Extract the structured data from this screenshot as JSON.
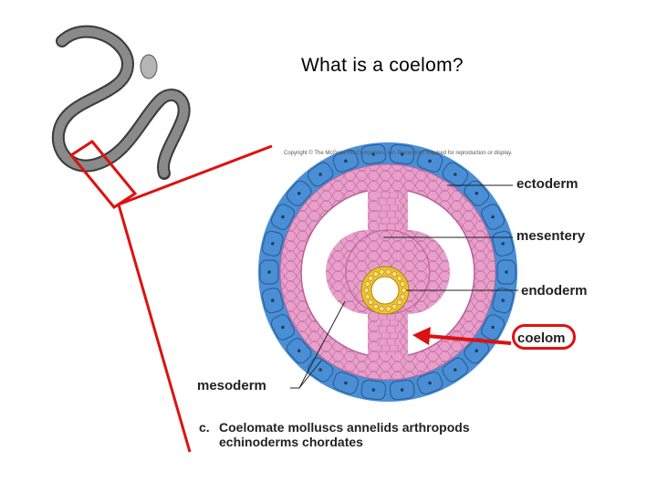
{
  "title": "What is a coelom?",
  "copyright": "Copyright © The McGraw-Hill Companies, Inc. Permission required for reproduction or display.",
  "labels": {
    "ectoderm": "ectoderm",
    "mesentery": "mesentery",
    "endoderm": "endoderm",
    "coelom": "coelom",
    "mesoderm": "mesoderm"
  },
  "caption": {
    "letter": "c.",
    "line1": "Coelomate molluscs annelids arthropods",
    "line2": "echinoderms chordates"
  },
  "colors": {
    "ectoderm": "#4a8fd6",
    "mesoderm": "#e59ac6",
    "endoderm_ring": "#f2c12e",
    "highlight": "#e01010"
  }
}
